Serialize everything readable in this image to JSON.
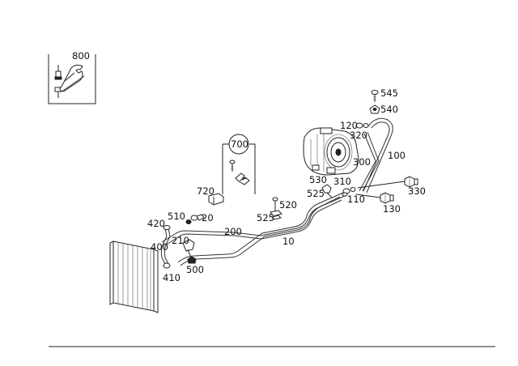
{
  "callouts": {
    "p800": "800",
    "p545": "545",
    "p540": "540",
    "p120": "120",
    "p320": "320",
    "p100": "100",
    "p700": "700",
    "p300": "300",
    "p530": "530",
    "p310": "310",
    "p330": "330",
    "p720": "720",
    "p525a": "525",
    "p110": "110",
    "p520": "520",
    "p130": "130",
    "p510": "510",
    "p20": "20",
    "p525b": "525",
    "p420": "420",
    "p200": "200",
    "p10": "10",
    "p210": "210",
    "p400": "400",
    "p500": "500",
    "p410": "410"
  }
}
